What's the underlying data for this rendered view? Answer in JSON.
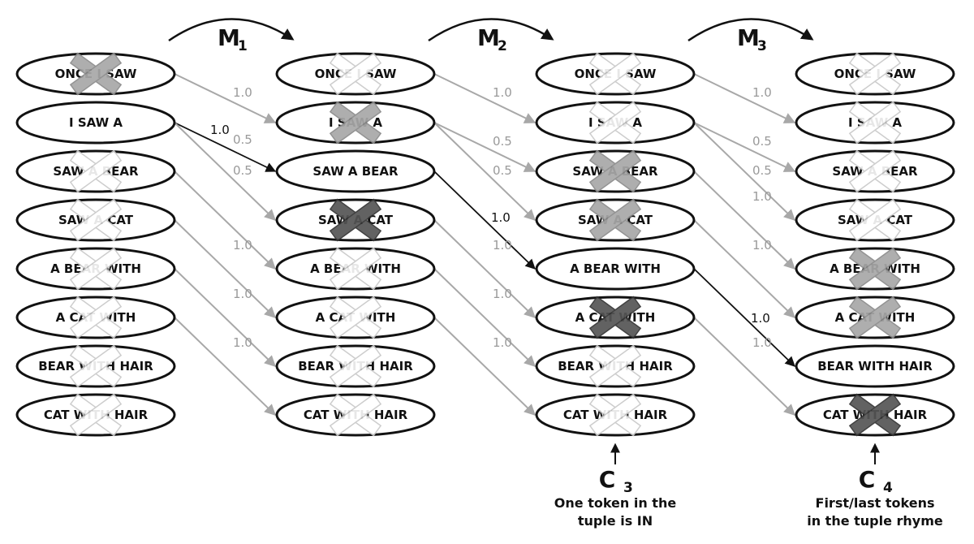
{
  "columns": [
    {
      "id": "col0",
      "nodes": [
        {
          "label": "ONCE I SAW",
          "mark": "medium"
        },
        {
          "label": "I SAW A",
          "mark": "none"
        },
        {
          "label": "SAW A BEAR",
          "mark": "light"
        },
        {
          "label": "SAW A CAT",
          "mark": "light"
        },
        {
          "label": "A BEAR WITH",
          "mark": "light"
        },
        {
          "label": "A CAT WITH",
          "mark": "light"
        },
        {
          "label": "BEAR WITH HAIR",
          "mark": "light"
        },
        {
          "label": "CAT WITH HAIR",
          "mark": "light"
        }
      ]
    },
    {
      "id": "col1",
      "nodes": [
        {
          "label": "ONCE I SAW",
          "mark": "light"
        },
        {
          "label": "I SAW A",
          "mark": "medium"
        },
        {
          "label": "SAW A BEAR",
          "mark": "none"
        },
        {
          "label": "SAW A CAT",
          "mark": "dark"
        },
        {
          "label": "A BEAR WITH",
          "mark": "light"
        },
        {
          "label": "A CAT WITH",
          "mark": "light"
        },
        {
          "label": "BEAR WITH HAIR",
          "mark": "light"
        },
        {
          "label": "CAT WITH HAIR",
          "mark": "light"
        }
      ]
    },
    {
      "id": "col2",
      "nodes": [
        {
          "label": "ONCE I SAW",
          "mark": "light"
        },
        {
          "label": "I SAW A",
          "mark": "light"
        },
        {
          "label": "SAW A BEAR",
          "mark": "medium"
        },
        {
          "label": "SAW A CAT",
          "mark": "medium"
        },
        {
          "label": "A BEAR WITH",
          "mark": "none"
        },
        {
          "label": "A CAT WITH",
          "mark": "dark"
        },
        {
          "label": "BEAR WITH HAIR",
          "mark": "light"
        },
        {
          "label": "CAT WITH HAIR",
          "mark": "light"
        }
      ]
    },
    {
      "id": "col3",
      "nodes": [
        {
          "label": "ONCE I SAW",
          "mark": "light"
        },
        {
          "label": "I SAW A",
          "mark": "light"
        },
        {
          "label": "SAW A BEAR",
          "mark": "light"
        },
        {
          "label": "SAW A CAT",
          "mark": "light"
        },
        {
          "label": "A BEAR WITH",
          "mark": "medium"
        },
        {
          "label": "A CAT WITH",
          "mark": "medium"
        },
        {
          "label": "BEAR WITH HAIR",
          "mark": "none"
        },
        {
          "label": "CAT WITH HAIR",
          "mark": "dark"
        }
      ]
    }
  ],
  "edges": [
    {
      "from": [
        0,
        0
      ],
      "to": [
        1,
        1
      ],
      "label": "1.0",
      "style": "gray"
    },
    {
      "from": [
        0,
        1
      ],
      "to": [
        1,
        2
      ],
      "label": "1.0",
      "style": "black"
    },
    {
      "from": [
        0,
        1
      ],
      "to": [
        1,
        3
      ],
      "label": "0.5",
      "style": "gray"
    },
    {
      "from": [
        0,
        2
      ],
      "to": [
        1,
        4
      ],
      "label": "0.5",
      "style": "gray"
    },
    {
      "from": [
        0,
        3
      ],
      "to": [
        1,
        5
      ],
      "label": "1.0",
      "style": "gray"
    },
    {
      "from": [
        0,
        4
      ],
      "to": [
        1,
        6
      ],
      "label": "1.0",
      "style": "gray"
    },
    {
      "from": [
        0,
        5
      ],
      "to": [
        1,
        7
      ],
      "label": "1.0",
      "style": "gray"
    },
    {
      "from": [
        1,
        0
      ],
      "to": [
        2,
        1
      ],
      "label": "1.0",
      "style": "gray"
    },
    {
      "from": [
        1,
        1
      ],
      "to": [
        2,
        2
      ],
      "label": "0.5",
      "style": "gray"
    },
    {
      "from": [
        1,
        1
      ],
      "to": [
        2,
        3
      ],
      "label": "0.5",
      "style": "gray"
    },
    {
      "from": [
        1,
        2
      ],
      "to": [
        2,
        4
      ],
      "label": "1.0",
      "style": "black"
    },
    {
      "from": [
        1,
        3
      ],
      "to": [
        2,
        5
      ],
      "label": "1.0",
      "style": "gray"
    },
    {
      "from": [
        1,
        4
      ],
      "to": [
        2,
        6
      ],
      "label": "1.0",
      "style": "gray"
    },
    {
      "from": [
        1,
        5
      ],
      "to": [
        2,
        7
      ],
      "label": "1.0",
      "style": "gray"
    },
    {
      "from": [
        2,
        0
      ],
      "to": [
        3,
        1
      ],
      "label": "1.0",
      "style": "gray"
    },
    {
      "from": [
        2,
        1
      ],
      "to": [
        3,
        2
      ],
      "label": "0.5",
      "style": "gray"
    },
    {
      "from": [
        2,
        1
      ],
      "to": [
        3,
        3
      ],
      "label": "0.5",
      "style": "gray"
    },
    {
      "from": [
        2,
        2
      ],
      "to": [
        3,
        4
      ],
      "label": "1.0",
      "style": "gray"
    },
    {
      "from": [
        2,
        3
      ],
      "to": [
        3,
        5
      ],
      "label": "1.0",
      "style": "gray"
    },
    {
      "from": [
        2,
        4
      ],
      "to": [
        3,
        6
      ],
      "label": "1.0",
      "style": "black"
    },
    {
      "from": [
        2,
        5
      ],
      "to": [
        3,
        7
      ],
      "label": "1.0",
      "style": "gray"
    }
  ],
  "steps": [
    {
      "letter": "M",
      "sub": "1"
    },
    {
      "letter": "M",
      "sub": "2"
    },
    {
      "letter": "M",
      "sub": "3"
    }
  ],
  "constraints": [
    {
      "column": 2,
      "letter": "C",
      "sub": "3",
      "lines": [
        "One token in the",
        "tuple is IN"
      ]
    },
    {
      "column": 3,
      "letter": "C",
      "sub": "4",
      "lines": [
        "First/last tokens",
        "in the tuple rhyme"
      ]
    }
  ],
  "colors": {
    "node_stroke": "#111111",
    "edge_gray": "#a8a8a8",
    "edge_black": "#111111",
    "mark_light_fill": "#ffffff",
    "mark_light_stroke": "#c8c8c8",
    "mark_medium_fill": "#a8a8a8",
    "mark_medium_stroke": "#8a8a8a",
    "mark_dark_fill": "#555555",
    "mark_dark_stroke": "#333333"
  }
}
